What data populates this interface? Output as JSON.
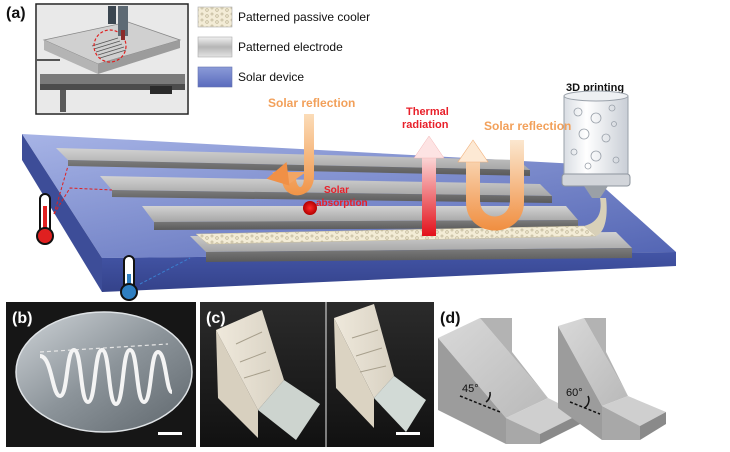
{
  "panels": {
    "a": "(a)",
    "b": "(b)",
    "c": "(c)",
    "d": "(d)"
  },
  "legend": [
    {
      "label": "Patterned passive cooler",
      "icon": "bubble-swatch-icon"
    },
    {
      "label": "Patterned electrode",
      "icon": "gray-gradient-swatch-icon"
    },
    {
      "label": "Solar device",
      "icon": "blue-swatch-icon"
    }
  ],
  "annotations": {
    "printing": "3D printing",
    "solar_reflection_left": "Solar reflection",
    "thermal_line1": "Thermal",
    "thermal_line2": "radiation",
    "solar_reflection_right": "Solar reflection",
    "absorption_line1": "Solar",
    "absorption_line2": "absorption"
  },
  "angles": {
    "first": "45°",
    "second": "60°"
  },
  "colors": {
    "orange": "#f2a05a",
    "red": "#e8202a",
    "blue_device": "#6f7fc4",
    "electrode_gray": "#9a9a9a",
    "panel_b_bg": "#1a1a1a",
    "panel_c_bg": "#1c1c1c",
    "panel_d_gray": "#bfbfbf"
  }
}
